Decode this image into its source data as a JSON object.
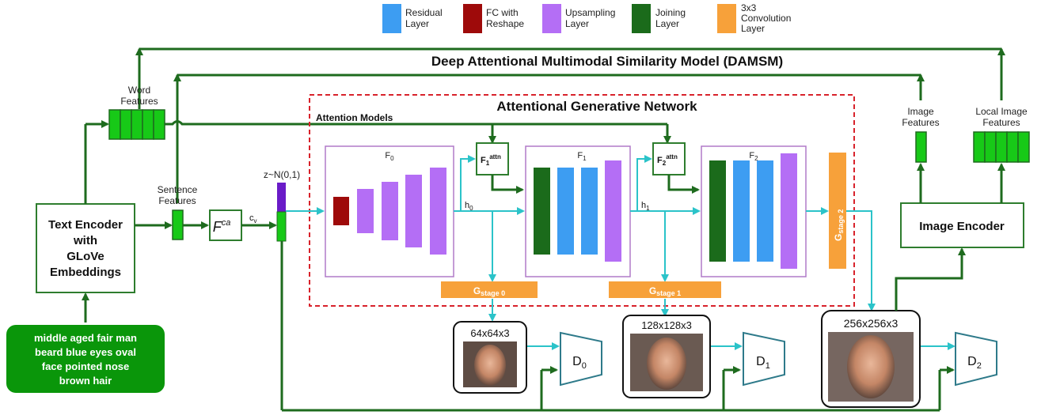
{
  "legend": [
    {
      "label_lines": [
        "Residual",
        "Layer"
      ],
      "color": "#3d9df2"
    },
    {
      "label_lines": [
        "FC with",
        "Reshape"
      ],
      "color": "#9e0a0a"
    },
    {
      "label_lines": [
        "Upsampling",
        "Layer"
      ],
      "color": "#b46ef5"
    },
    {
      "label_lines": [
        "Joining",
        "Layer"
      ],
      "color": "#1b6b1b"
    },
    {
      "label_lines": [
        "3x3",
        "Convolution",
        "Layer"
      ],
      "color": "#f7a13a"
    }
  ],
  "titles": {
    "damsm": "Deep Attentional Multimodal Similarity Model (DAMSM)",
    "agn": "Attentional Generative Network",
    "attention_models": "Attention Models"
  },
  "text_encoder": {
    "lines": [
      "Text Encoder",
      "with",
      "GLoVe",
      "Embeddings"
    ]
  },
  "caption": {
    "lines": [
      "middle aged fair man",
      "beard blue eyes oval",
      "face pointed nose",
      "brown hair"
    ]
  },
  "word_features": {
    "lines": [
      "Word",
      "Features"
    ]
  },
  "sentence_features": {
    "lines": [
      "Sentence",
      "Features"
    ]
  },
  "fca": {
    "base": "F",
    "sup": "ca"
  },
  "cv": {
    "base": "c",
    "sub": "v"
  },
  "noise": "z~N(0,1)",
  "image_features": {
    "lines": [
      "Image",
      "Features"
    ]
  },
  "local_image_features": {
    "lines": [
      "Local Image",
      "Features"
    ]
  },
  "image_encoder": "Image Encoder",
  "stages": [
    {
      "base": "F",
      "sub": "0"
    },
    {
      "base": "F",
      "sub": "1"
    },
    {
      "base": "F",
      "sub": "2"
    }
  ],
  "attn": [
    {
      "base": "F",
      "sub": "1",
      "sup": "attn"
    },
    {
      "base": "F",
      "sub": "2",
      "sup": "attn"
    }
  ],
  "hidden": [
    {
      "base": "h",
      "sub": "0"
    },
    {
      "base": "h",
      "sub": "1"
    }
  ],
  "g_stages": [
    {
      "base": "G",
      "sub": "stage 0"
    },
    {
      "base": "G",
      "sub": "stage 1"
    },
    {
      "base": "G",
      "sub": "stage 2"
    }
  ],
  "images": [
    {
      "label": "64x64x3"
    },
    {
      "label": "128x128x3"
    },
    {
      "label": "256x256x3"
    }
  ],
  "discriminators": [
    {
      "base": "D",
      "sub": "0"
    },
    {
      "base": "D",
      "sub": "1"
    },
    {
      "base": "D",
      "sub": "2"
    }
  ],
  "colors": {
    "green_dark": "#1e6b1e",
    "green_bright": "#17c917",
    "teal": "#2bc3c9",
    "red_dashed": "#d8222b",
    "purple_border": "#b07ac8",
    "orange": "#f7a13a",
    "blue": "#3d9df2",
    "purple": "#b46ef5",
    "maroon": "#9e0a0a",
    "caption_green": "#0a960a"
  }
}
